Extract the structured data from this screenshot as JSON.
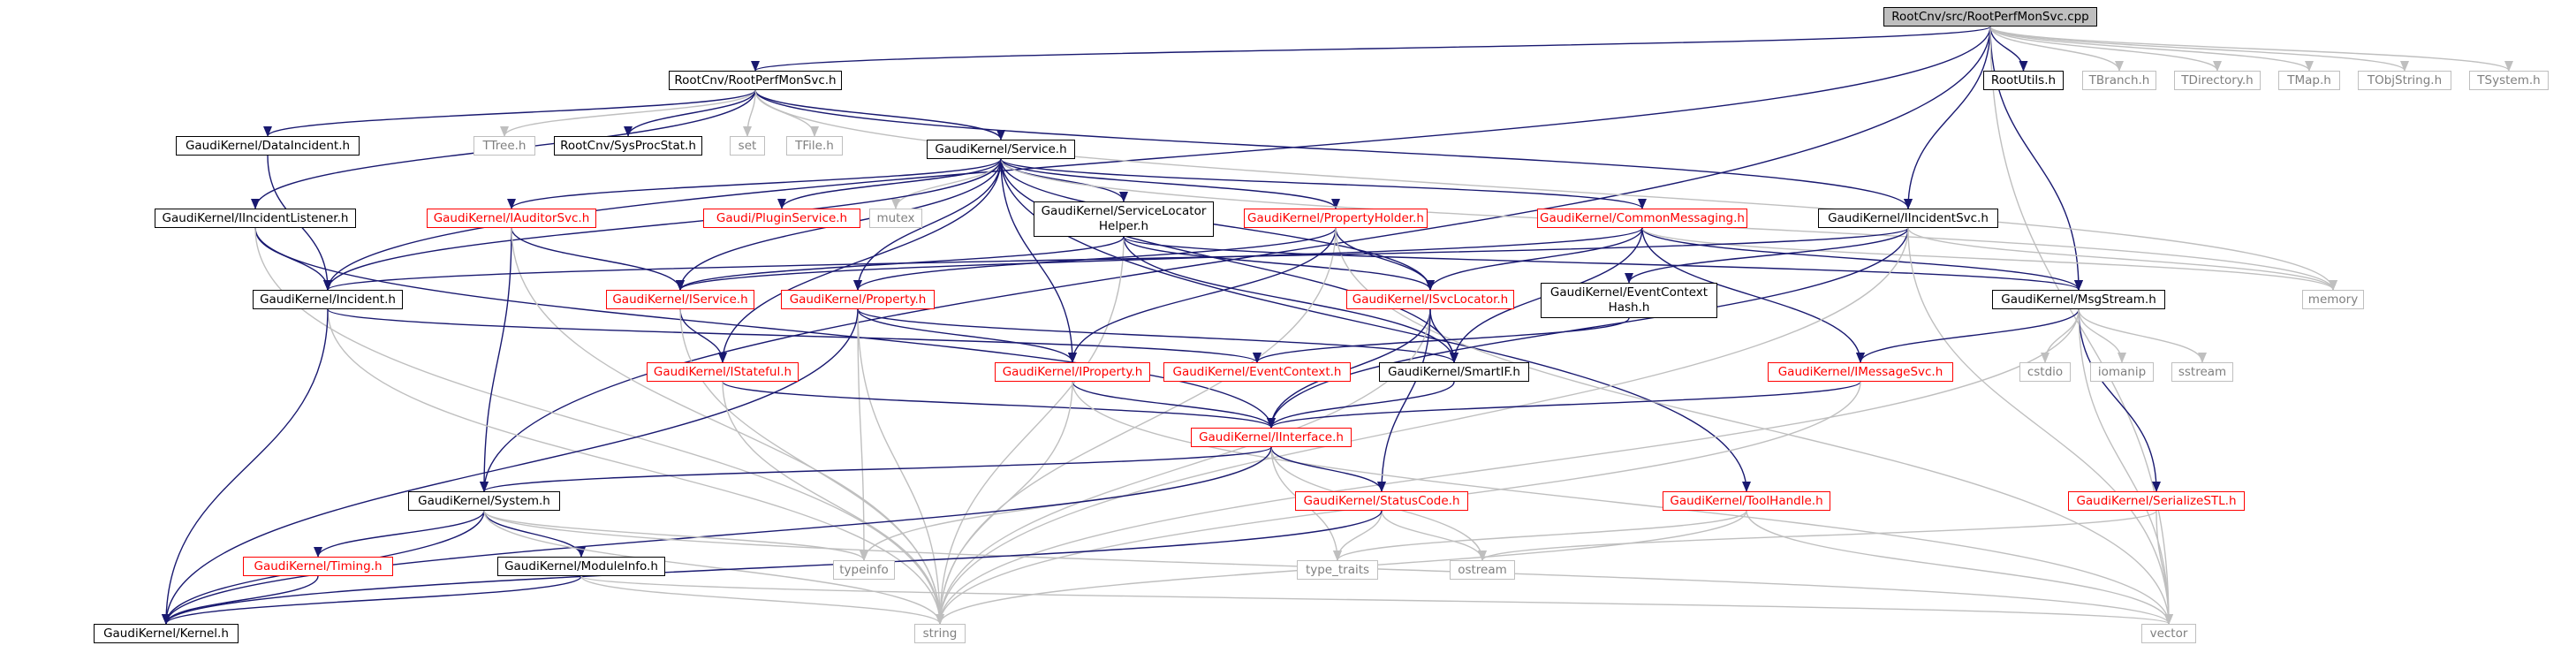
{
  "colors": {
    "black_edge": "#191970",
    "grey_edge": "#bfbfbf",
    "red_border": "#ff0000",
    "root_fill": "#bfbfbf"
  },
  "nodes": {
    "root": "RootCnv/src/RootPerfMonSvc.cpp",
    "rootperfmonsvc_h": "RootCnv/RootPerfMonSvc.h",
    "rootutils_h": "RootUtils.h",
    "tbranch_h": "TBranch.h",
    "tdirectory_h": "TDirectory.h",
    "tmap_h": "TMap.h",
    "tobjstring_h": "TObjString.h",
    "tsystem_h": "TSystem.h",
    "datainc_h": "GaudiKernel/DataIncident.h",
    "ttree_h": "TTree.h",
    "sysprocstat_h": "RootCnv/SysProcStat.h",
    "set": "set",
    "tfile_h": "TFile.h",
    "service_h": "GaudiKernel/Service.h",
    "iinclistener_h": "GaudiKernel/IIncidentListener.h",
    "iauditorsvc_h": "GaudiKernel/IAuditorSvc.h",
    "pluginservice_h": "Gaudi/PluginService.h",
    "mutex": "mutex",
    "svclocatorhelper_h": "GaudiKernel/ServiceLocator\nHelper.h",
    "propertyholder_h": "GaudiKernel/PropertyHolder.h",
    "commonmessaging_h": "GaudiKernel/CommonMessaging.h",
    "iincidentsvc_h": "GaudiKernel/IIncidentSvc.h",
    "incident_h": "GaudiKernel/Incident.h",
    "iservice_h": "GaudiKernel/IService.h",
    "property_h": "GaudiKernel/Property.h",
    "isvclocator_h": "GaudiKernel/ISvcLocator.h",
    "eventctxhash_h": "GaudiKernel/EventContext\nHash.h",
    "msgstream_h": "GaudiKernel/MsgStream.h",
    "memory": "memory",
    "istateful_h": "GaudiKernel/IStateful.h",
    "iproperty_h": "GaudiKernel/IProperty.h",
    "eventcontext_h": "GaudiKernel/EventContext.h",
    "smartif_h": "GaudiKernel/SmartIF.h",
    "imessagesvc_h": "GaudiKernel/IMessageSvc.h",
    "cstdio": "cstdio",
    "iomanip": "iomanip",
    "sstream": "sstream",
    "iinterface_h": "GaudiKernel/IInterface.h",
    "system_h": "GaudiKernel/System.h",
    "statuscode_h": "GaudiKernel/StatusCode.h",
    "toolhandle_h": "GaudiKernel/ToolHandle.h",
    "serializestl_h": "GaudiKernel/SerializeSTL.h",
    "timing_h": "GaudiKernel/Timing.h",
    "moduleinfo_h": "GaudiKernel/ModuleInfo.h",
    "typeinfo": "typeinfo",
    "type_traits": "type_traits",
    "ostream": "ostream",
    "kernel_h": "GaudiKernel/Kernel.h",
    "string": "string",
    "vector": "vector"
  }
}
